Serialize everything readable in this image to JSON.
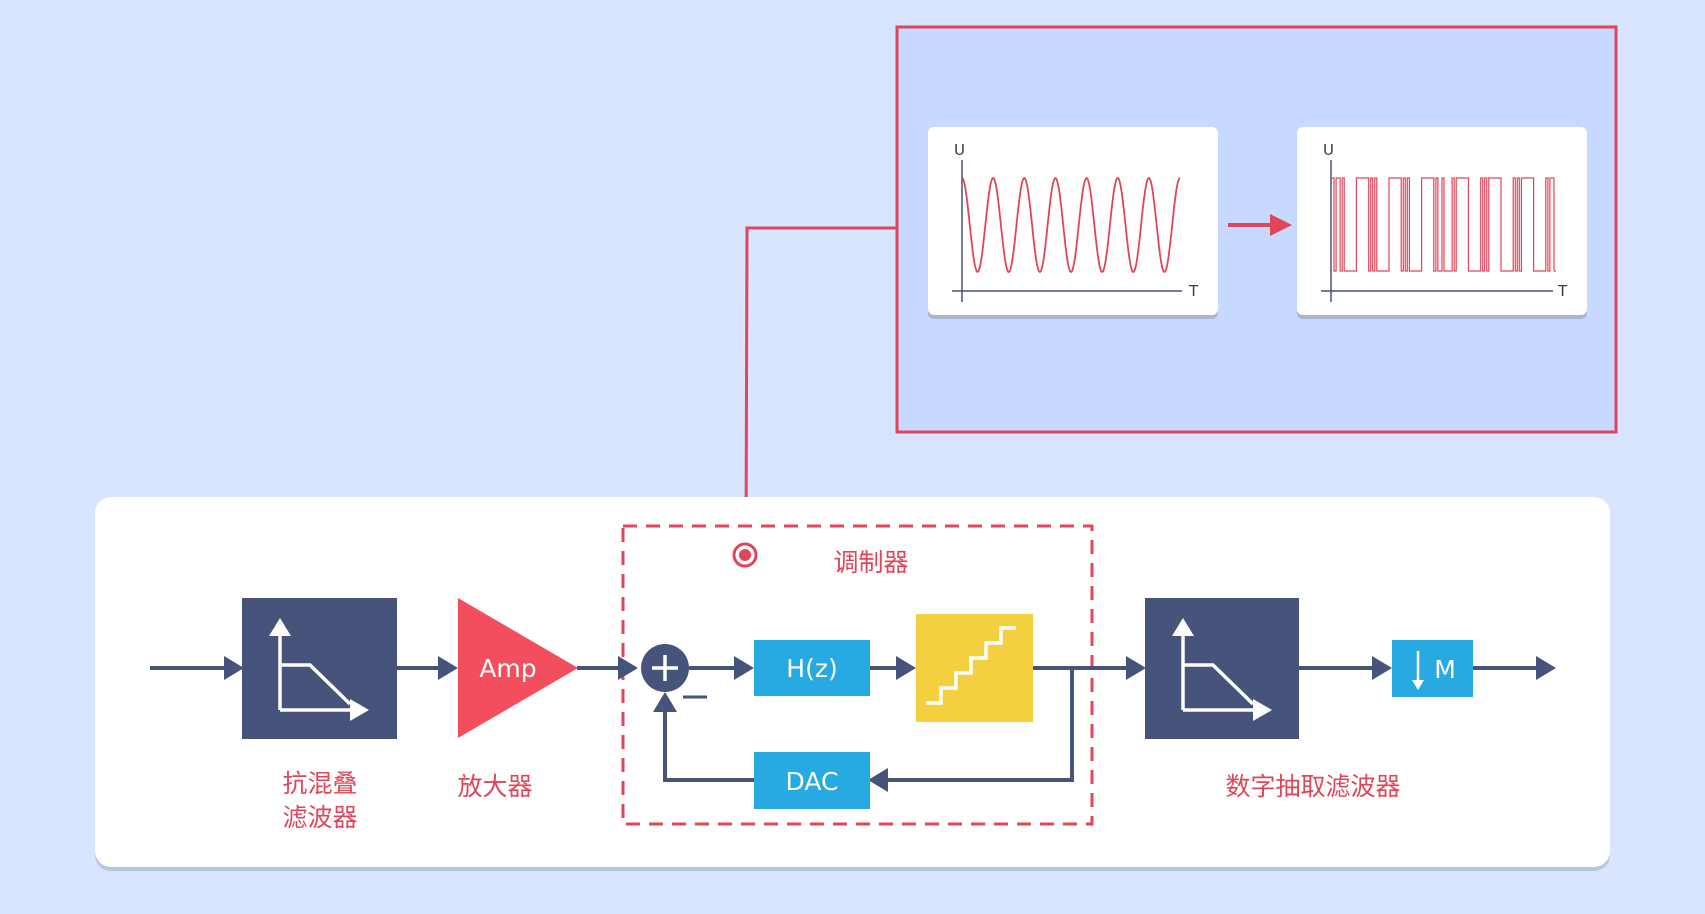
{
  "colors": {
    "background": "#d9e4ff",
    "zoom_panel": "#c7d9ff",
    "accent_red": "#e0465a",
    "navy": "#46537a",
    "blue_block": "#27aae1",
    "yellow_block": "#f4cf3f"
  },
  "blocks": {
    "amp_label": "Amp",
    "hz_label": "H(z)",
    "dac_label": "DAC",
    "decimate_label": "M",
    "sum_sign_plus": "+",
    "sum_sign_minus": "−"
  },
  "labels": {
    "anti_alias_line1": "抗混叠",
    "anti_alias_line2": "滤波器",
    "amplifier": "放大器",
    "modulator": "调制器",
    "digital_decimation_filter": "数字抽取滤波器"
  },
  "waveforms": {
    "input": {
      "y_axis": "U",
      "x_axis": "T",
      "cycles": 7
    },
    "output": {
      "y_axis": "U",
      "x_axis": "T"
    }
  },
  "icons": [
    "lowpass-filter-icon",
    "staircase-quantizer-icon",
    "down-arrow-icon",
    "arrow-right-icon"
  ]
}
